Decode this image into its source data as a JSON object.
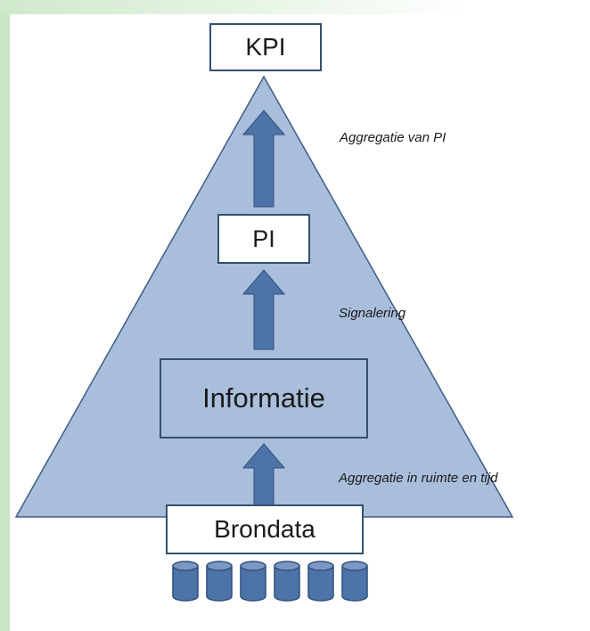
{
  "diagram": {
    "boxes": {
      "kpi": "KPI",
      "pi": "PI",
      "informatie": "Informatie",
      "brondata": "Brondata"
    },
    "annotations": {
      "aggregatie_pi": "Aggregatie van PI",
      "signalering": "Signalering",
      "aggregatie_ruimte": "Aggregatie in ruimte en tijd"
    },
    "database_count": 6,
    "colors": {
      "triangle_fill": "#a9bedb",
      "triangle_stroke": "#3d5c85",
      "arrow_fill": "#4d74a8",
      "box_border": "#34506f",
      "accent_green": "#c8e6c4"
    }
  }
}
